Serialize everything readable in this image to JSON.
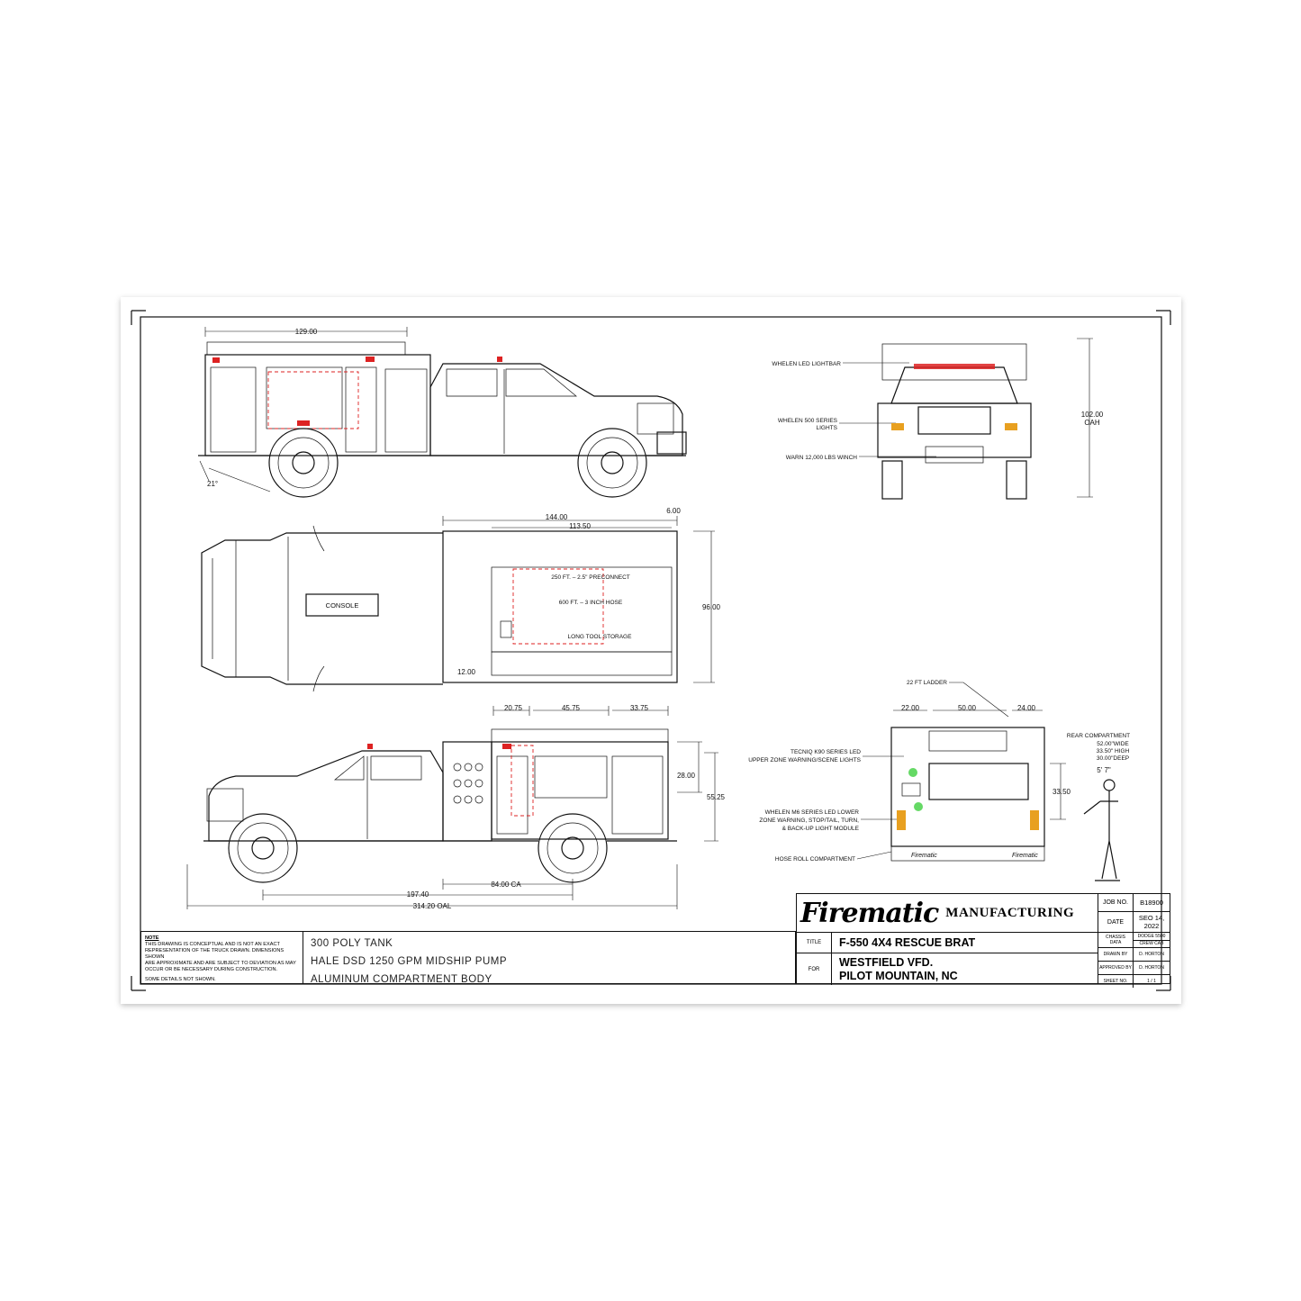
{
  "side_view_top": {
    "dim_length": "129.00",
    "dim_angle": "21°"
  },
  "front_view": {
    "labels": [
      "WHELEN LED LIGHTBAR",
      "WHELEN 500 SERIES",
      "LIGHTS",
      "WARN 12,000 LBS WINCH"
    ],
    "dim_height": "102.00",
    "dim_height_unit": "OAH"
  },
  "top_view": {
    "dims": [
      "144.00",
      "113.50",
      "6.00",
      "96.00",
      "12.00"
    ],
    "console_label": "CONSOLE",
    "bed_labels": [
      "250 FT. – 2.5\" PRECONNECT",
      "600 FT. – 3 INCH HOSE",
      "LONG TOOL STORAGE"
    ]
  },
  "side_view_bottom": {
    "dims_top": [
      "20.75",
      "45.75",
      "33.75"
    ],
    "dims_right": [
      "28.00",
      "55.25"
    ],
    "dims_bottom": [
      "84.00 CA",
      "197.40",
      "314.20 OAL"
    ]
  },
  "rear_view": {
    "ladder_label": "22 FT LADDER",
    "dims_top": [
      "22.00",
      "50.00",
      "24.00"
    ],
    "left_labels": [
      "TECNIQ K90 SERIES LED",
      "UPPER ZONE WARNING/SCENE LIGHTS",
      "WHELEN M6 SERIES LED LOWER",
      "ZONE WARNING, STOP/TAIL, TURN,",
      "& BACK-UP LIGHT MODULE",
      "HOSE ROLL COMPARTMENT"
    ],
    "rear_comp": [
      "REAR COMPARTMENT",
      "52.00\"WIDE",
      "33.50\" HIGH",
      "30.00\"DEEP"
    ],
    "person_height": "5'  7\"",
    "dim_right": "33.50",
    "body_brand": "Firematic"
  },
  "note": {
    "heading": "NOTE",
    "lines": [
      "THIS DRAWING IS CONCEPTUAL AND IS NOT AN EXACT",
      "REPRESENTATION OF THE TRUCK DRAWN. DIMENSIONS SHOWN",
      "ARE APPROXIMATE AND ARE SUBJECT TO DEVIATION AS MAY",
      "OCCUR OR BE NECESSARY DURING CONSTRUCTION."
    ],
    "footer": "SOME DETAILS NOT SHOWN."
  },
  "specs": [
    "300 POLY TANK",
    "HALE DSD 1250 GPM MIDSHIP PUMP",
    "ALUMINUM COMPARTMENT BODY"
  ],
  "title_block": {
    "brand_script": "Firematic",
    "brand_word": "MANUFACTURING",
    "title_label": "TITLE",
    "title_value": "F-550 4X4 RESCUE BRAT",
    "for_label": "FOR",
    "for_line1": "WESTFIELD VFD.",
    "for_line2": "PILOT MOUNTAIN, NC",
    "job_label": "JOB NO.",
    "job_value": "B18900",
    "date_label": "DATE",
    "date_value1": "SEO 14,",
    "date_value2": "2022",
    "chassis_label1": "CHASSIS",
    "chassis_label2": "DATA",
    "chassis_value1": "DODGE 5500",
    "chassis_value2": "CREW CAB",
    "drawn_label": "DRAWN BY",
    "drawn_value": "D. HORTON",
    "approved_label": "APPROVED BY",
    "approved_value": "D. HORTON",
    "sheet_label": "SHEET NO.",
    "sheet_value": "1 / 1"
  },
  "colors": {
    "red_accent": "#d22222",
    "green_light": "#3ecf3e",
    "amber_light": "#e8a020",
    "line": "#111111"
  }
}
